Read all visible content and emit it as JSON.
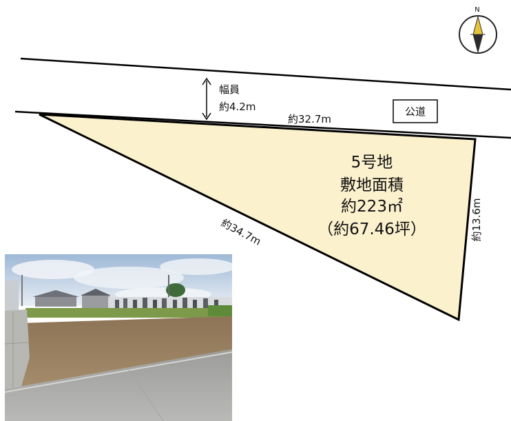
{
  "compass": {
    "north_label": "N"
  },
  "road": {
    "width_label_line1": "幅員",
    "width_label_line2": "約4.2m",
    "frontage_label": "約32.7m",
    "public_road_label": "公道"
  },
  "lot": {
    "name": "5号地",
    "area_heading": "敷地面積",
    "area_sqm": "約223㎡",
    "area_tsubo": "（約67.46坪）",
    "hypotenuse_label": "約34.7m",
    "right_side_label": "約13.6m"
  },
  "colors": {
    "lot_fill": "#FCF1CD",
    "line": "#000000"
  },
  "photo": {
    "description_icon": "site-photo"
  }
}
